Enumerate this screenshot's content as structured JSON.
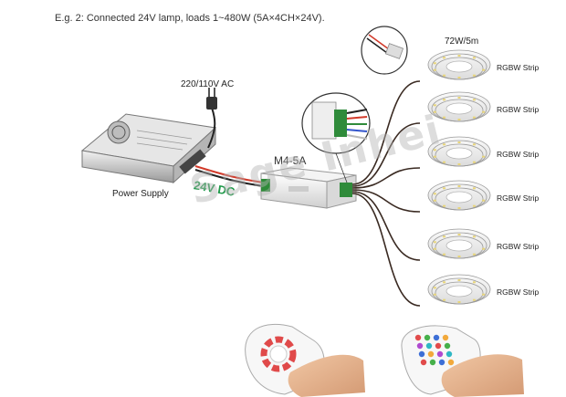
{
  "heading": "E.g. 2: Connected 24V lamp, loads 1~480W (5A×4CH×24V).",
  "mains_label": "220/110V AC",
  "power_supply_label": "Power Supply",
  "controller_label": "M4-5A",
  "dc_label": "24V DC",
  "strip_rating": "72W/5m",
  "strips": [
    {
      "label": "RGBW Strip"
    },
    {
      "label": "RGBW Strip"
    },
    {
      "label": "RGBW Strip"
    },
    {
      "label": "RGBW Strip"
    },
    {
      "label": "RGBW Strip"
    },
    {
      "label": "RGBW Strip"
    }
  ],
  "watermark": "Sage Inhei",
  "colors": {
    "dc_label": "#1f9a4a",
    "wire": "#3a2a22",
    "red_wire": "#d23a2a"
  }
}
